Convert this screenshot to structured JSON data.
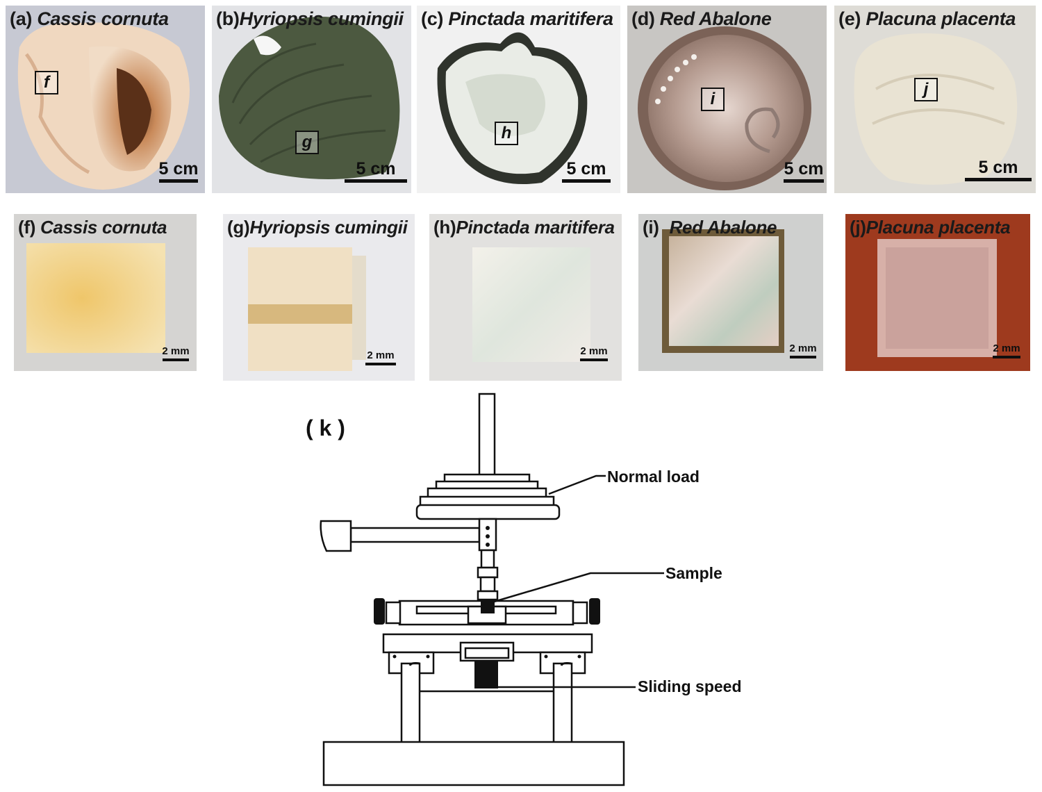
{
  "top_row": [
    {
      "tag": "(a)",
      "species": "Cassis cornuta",
      "inset": "f",
      "scale": "5 cm"
    },
    {
      "tag": "(b)",
      "species": "Hyriopsis cumingii",
      "inset": "g",
      "scale": "5 cm"
    },
    {
      "tag": "(c)",
      "species": "Pinctada maritifera",
      "inset": "h",
      "scale": "5 cm"
    },
    {
      "tag": "(d)",
      "species": "Red Abalone",
      "inset": "i",
      "scale": "5 cm"
    },
    {
      "tag": "(e)",
      "species": "Placuna placenta",
      "inset": "j",
      "scale": "5 cm"
    }
  ],
  "bottom_row": [
    {
      "tag": "(f)",
      "species": "Cassis cornuta",
      "scale": "2 mm"
    },
    {
      "tag": "(g)",
      "species": "Hyriopsis cumingii",
      "scale": "2 mm"
    },
    {
      "tag": "(h)",
      "species": "Pinctada maritifera",
      "scale": "2 mm"
    },
    {
      "tag": "(i)",
      "species": "Red Abalone",
      "scale": "2 mm"
    },
    {
      "tag": "(j)",
      "species": "Placuna placenta",
      "scale": "2 mm"
    }
  ],
  "diagram": {
    "label": "( k )",
    "callouts": {
      "normal_load": "Normal load",
      "sample": "Sample",
      "sliding_speed": "Sliding speed"
    }
  }
}
